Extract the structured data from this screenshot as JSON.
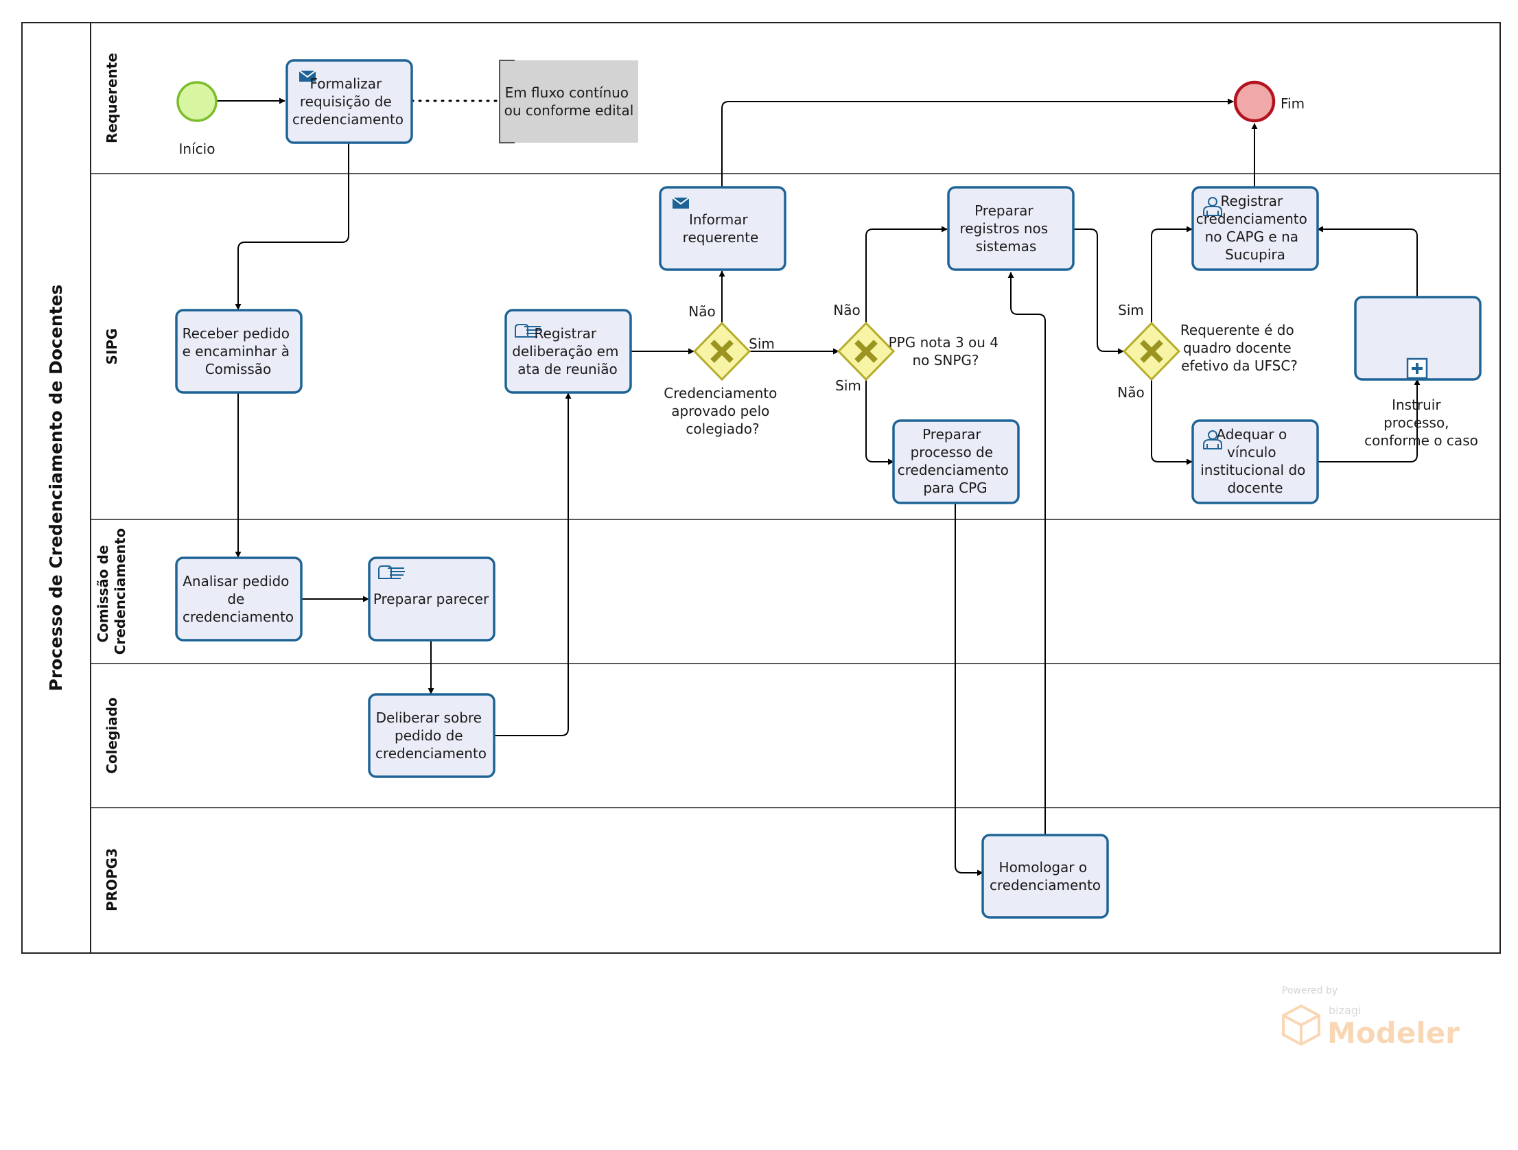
{
  "pool": {
    "title": "Processo de Credenciamento de Docentes"
  },
  "lanes": {
    "requerente": "Requerente",
    "sipg": "SIPG",
    "comissao": [
      "Comissão de",
      "Credenciamento"
    ],
    "colegiado": "Colegiado",
    "propg3": "PROPG3"
  },
  "events": {
    "start": "Início",
    "end": "Fim"
  },
  "tasks": {
    "formalizar": [
      "Formalizar",
      "requisição de",
      "credenciamento"
    ],
    "receber": [
      "Receber pedido",
      "e encaminhar à",
      "Comissão"
    ],
    "analisar": [
      "Analisar pedido",
      "de",
      "credenciamento"
    ],
    "preparar_parecer": [
      "Preparar parecer"
    ],
    "deliberar": [
      "Deliberar sobre",
      "pedido de",
      "credenciamento"
    ],
    "registrar_deliberacao": [
      "Registrar",
      "deliberação em",
      "ata de reunião"
    ],
    "informar": [
      "Informar",
      "requerente"
    ],
    "preparar_registros": [
      "Preparar",
      "registros nos",
      "sistemas"
    ],
    "preparar_processo": [
      "Preparar",
      "processo de",
      "credenciamento",
      "para CPG"
    ],
    "homologar": [
      "Homologar o",
      "credenciamento"
    ],
    "registrar_capg": [
      "Registrar",
      "credenciamento",
      "no CAPG e na",
      "Sucupira"
    ],
    "adequar": [
      "Adequar o",
      "vínculo",
      "institucional do",
      "docente"
    ],
    "instruir": [
      "Instruir",
      "processo,",
      "conforme o caso"
    ]
  },
  "annotation": [
    "Em fluxo contínuo",
    "ou conforme edital"
  ],
  "gateways": {
    "g1": [
      "Credenciamento",
      "aprovado pelo",
      "colegiado?"
    ],
    "g2": [
      "PPG nota 3 ou 4",
      "no SNPG?"
    ],
    "g3": [
      "Requerente é do",
      "quadro docente",
      "efetivo da UFSC?"
    ]
  },
  "flow_labels": {
    "g1_nao": "Não",
    "g1_sim": "Sim",
    "g2_nao": "Não",
    "g2_sim": "Sim",
    "g3_sim": "Sim",
    "g3_nao": "Não"
  },
  "watermark": {
    "powered": "Powered by",
    "brand": "bizagi",
    "product": "Modeler"
  },
  "colors": {
    "task_fill": "#eaedf8",
    "task_stroke": "#1e6395",
    "start_fill": "#d8f5a2",
    "start_stroke": "#7cbd2b",
    "end_fill": "#f0a8a8",
    "end_stroke": "#b3121f",
    "gateway_fill": "#f7f4a6",
    "gateway_stroke": "#b5ac2b",
    "annotation_fill": "#d3d3d3"
  }
}
